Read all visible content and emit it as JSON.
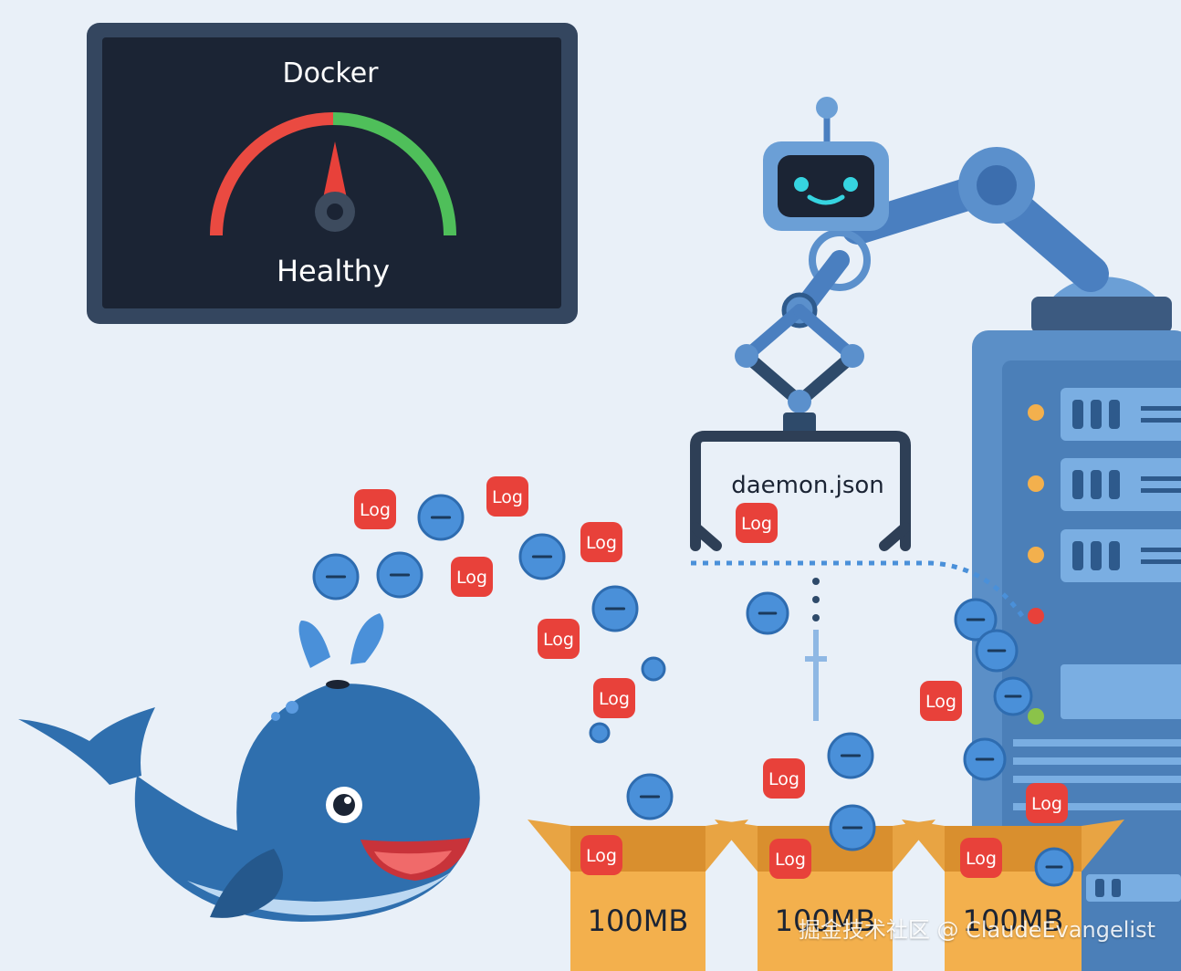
{
  "monitor": {
    "title": "Docker",
    "status": "Healthy"
  },
  "claw": {
    "config_label": "daemon.json",
    "held_log_label": "Log"
  },
  "log_label": "Log",
  "boxes": [
    {
      "size": "100MB"
    },
    {
      "size": "100MB"
    },
    {
      "size": "100MB"
    }
  ],
  "watermark": "掘金技术社区 @ ClaudeEvangelist",
  "colors": {
    "background": "#e9f0f8",
    "monitor_frame": "#34465f",
    "monitor_screen": "#1b2434",
    "gauge_red": "#ea4a41",
    "gauge_green": "#4fbf5a",
    "log_badge": "#e8413a",
    "bubble": "#4a90d9",
    "whale": "#2f6fae",
    "box": "#f3b04d",
    "server": "#5b8fc7"
  },
  "icons": [
    "gauge-icon",
    "robot-icon",
    "whale-icon",
    "clock-icon",
    "server-icon"
  ]
}
